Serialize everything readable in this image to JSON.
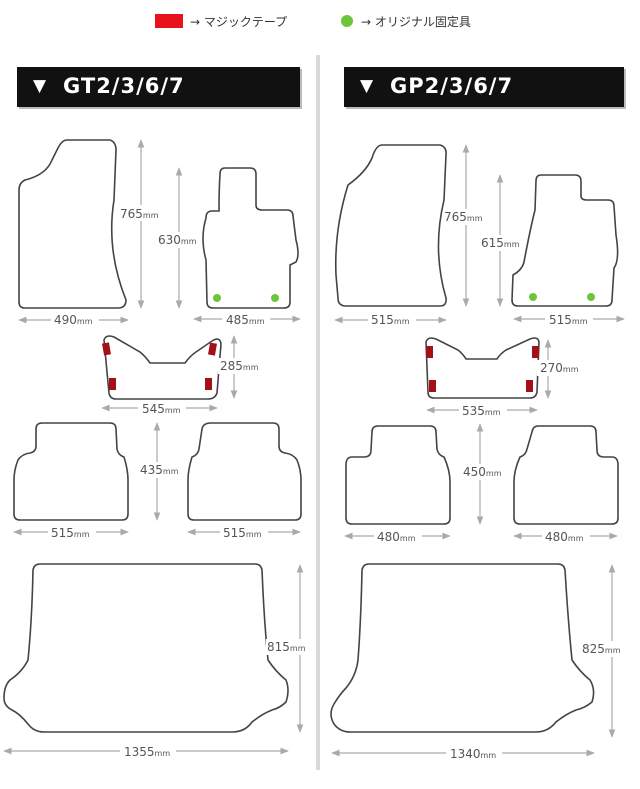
{
  "legend": {
    "magic_tape_label": "→ マジックテープ",
    "fixer_label": "→ オリジナル固定具",
    "magic_tape_color": "#e8121a",
    "fixer_color": "#6ec43b"
  },
  "unit": "mm",
  "left": {
    "title": "GT2/3/6/7",
    "front_driver": {
      "height": "765",
      "width": "490"
    },
    "front_passenger": {
      "height": "630",
      "width": "485"
    },
    "center": {
      "height": "285",
      "width": "545"
    },
    "rear_left": {
      "height": "435",
      "width": "515"
    },
    "rear_right": {
      "width": "515"
    },
    "luggage": {
      "height": "815",
      "width": "1355"
    }
  },
  "right": {
    "title": "GP2/3/6/7",
    "front_driver": {
      "height": "765",
      "width": "515"
    },
    "front_passenger": {
      "height": "615",
      "width": "515"
    },
    "center": {
      "height": "270",
      "width": "535"
    },
    "rear_left": {
      "height": "450",
      "width": "480"
    },
    "rear_right": {
      "width": "480"
    },
    "luggage": {
      "height": "825",
      "width": "1340"
    }
  }
}
